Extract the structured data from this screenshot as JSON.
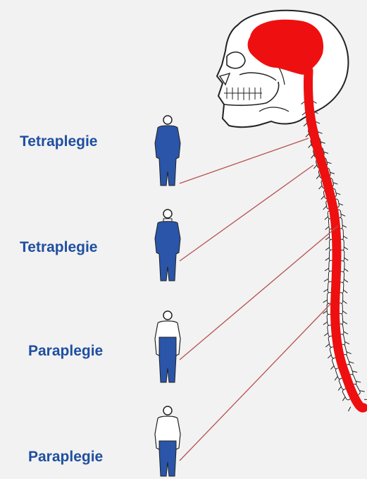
{
  "labels": [
    {
      "text": "Tetraplegie",
      "level": "cervical-high",
      "paralysis": "arms-and-legs"
    },
    {
      "text": "Tetraplegie",
      "level": "cervical-low",
      "paralysis": "arms-and-legs"
    },
    {
      "text": "Paraplegie",
      "level": "thoracic",
      "paralysis": "trunk-and-legs"
    },
    {
      "text": "Paraplegie",
      "level": "lumbar",
      "paralysis": "legs"
    }
  ],
  "colors": {
    "background": "#f2f2f2",
    "label": "#1f4fa0",
    "paralysis_fill": "#2a55a8",
    "nervous_system": "#ee1010",
    "connector": "#b85050",
    "outline": "#222222"
  }
}
